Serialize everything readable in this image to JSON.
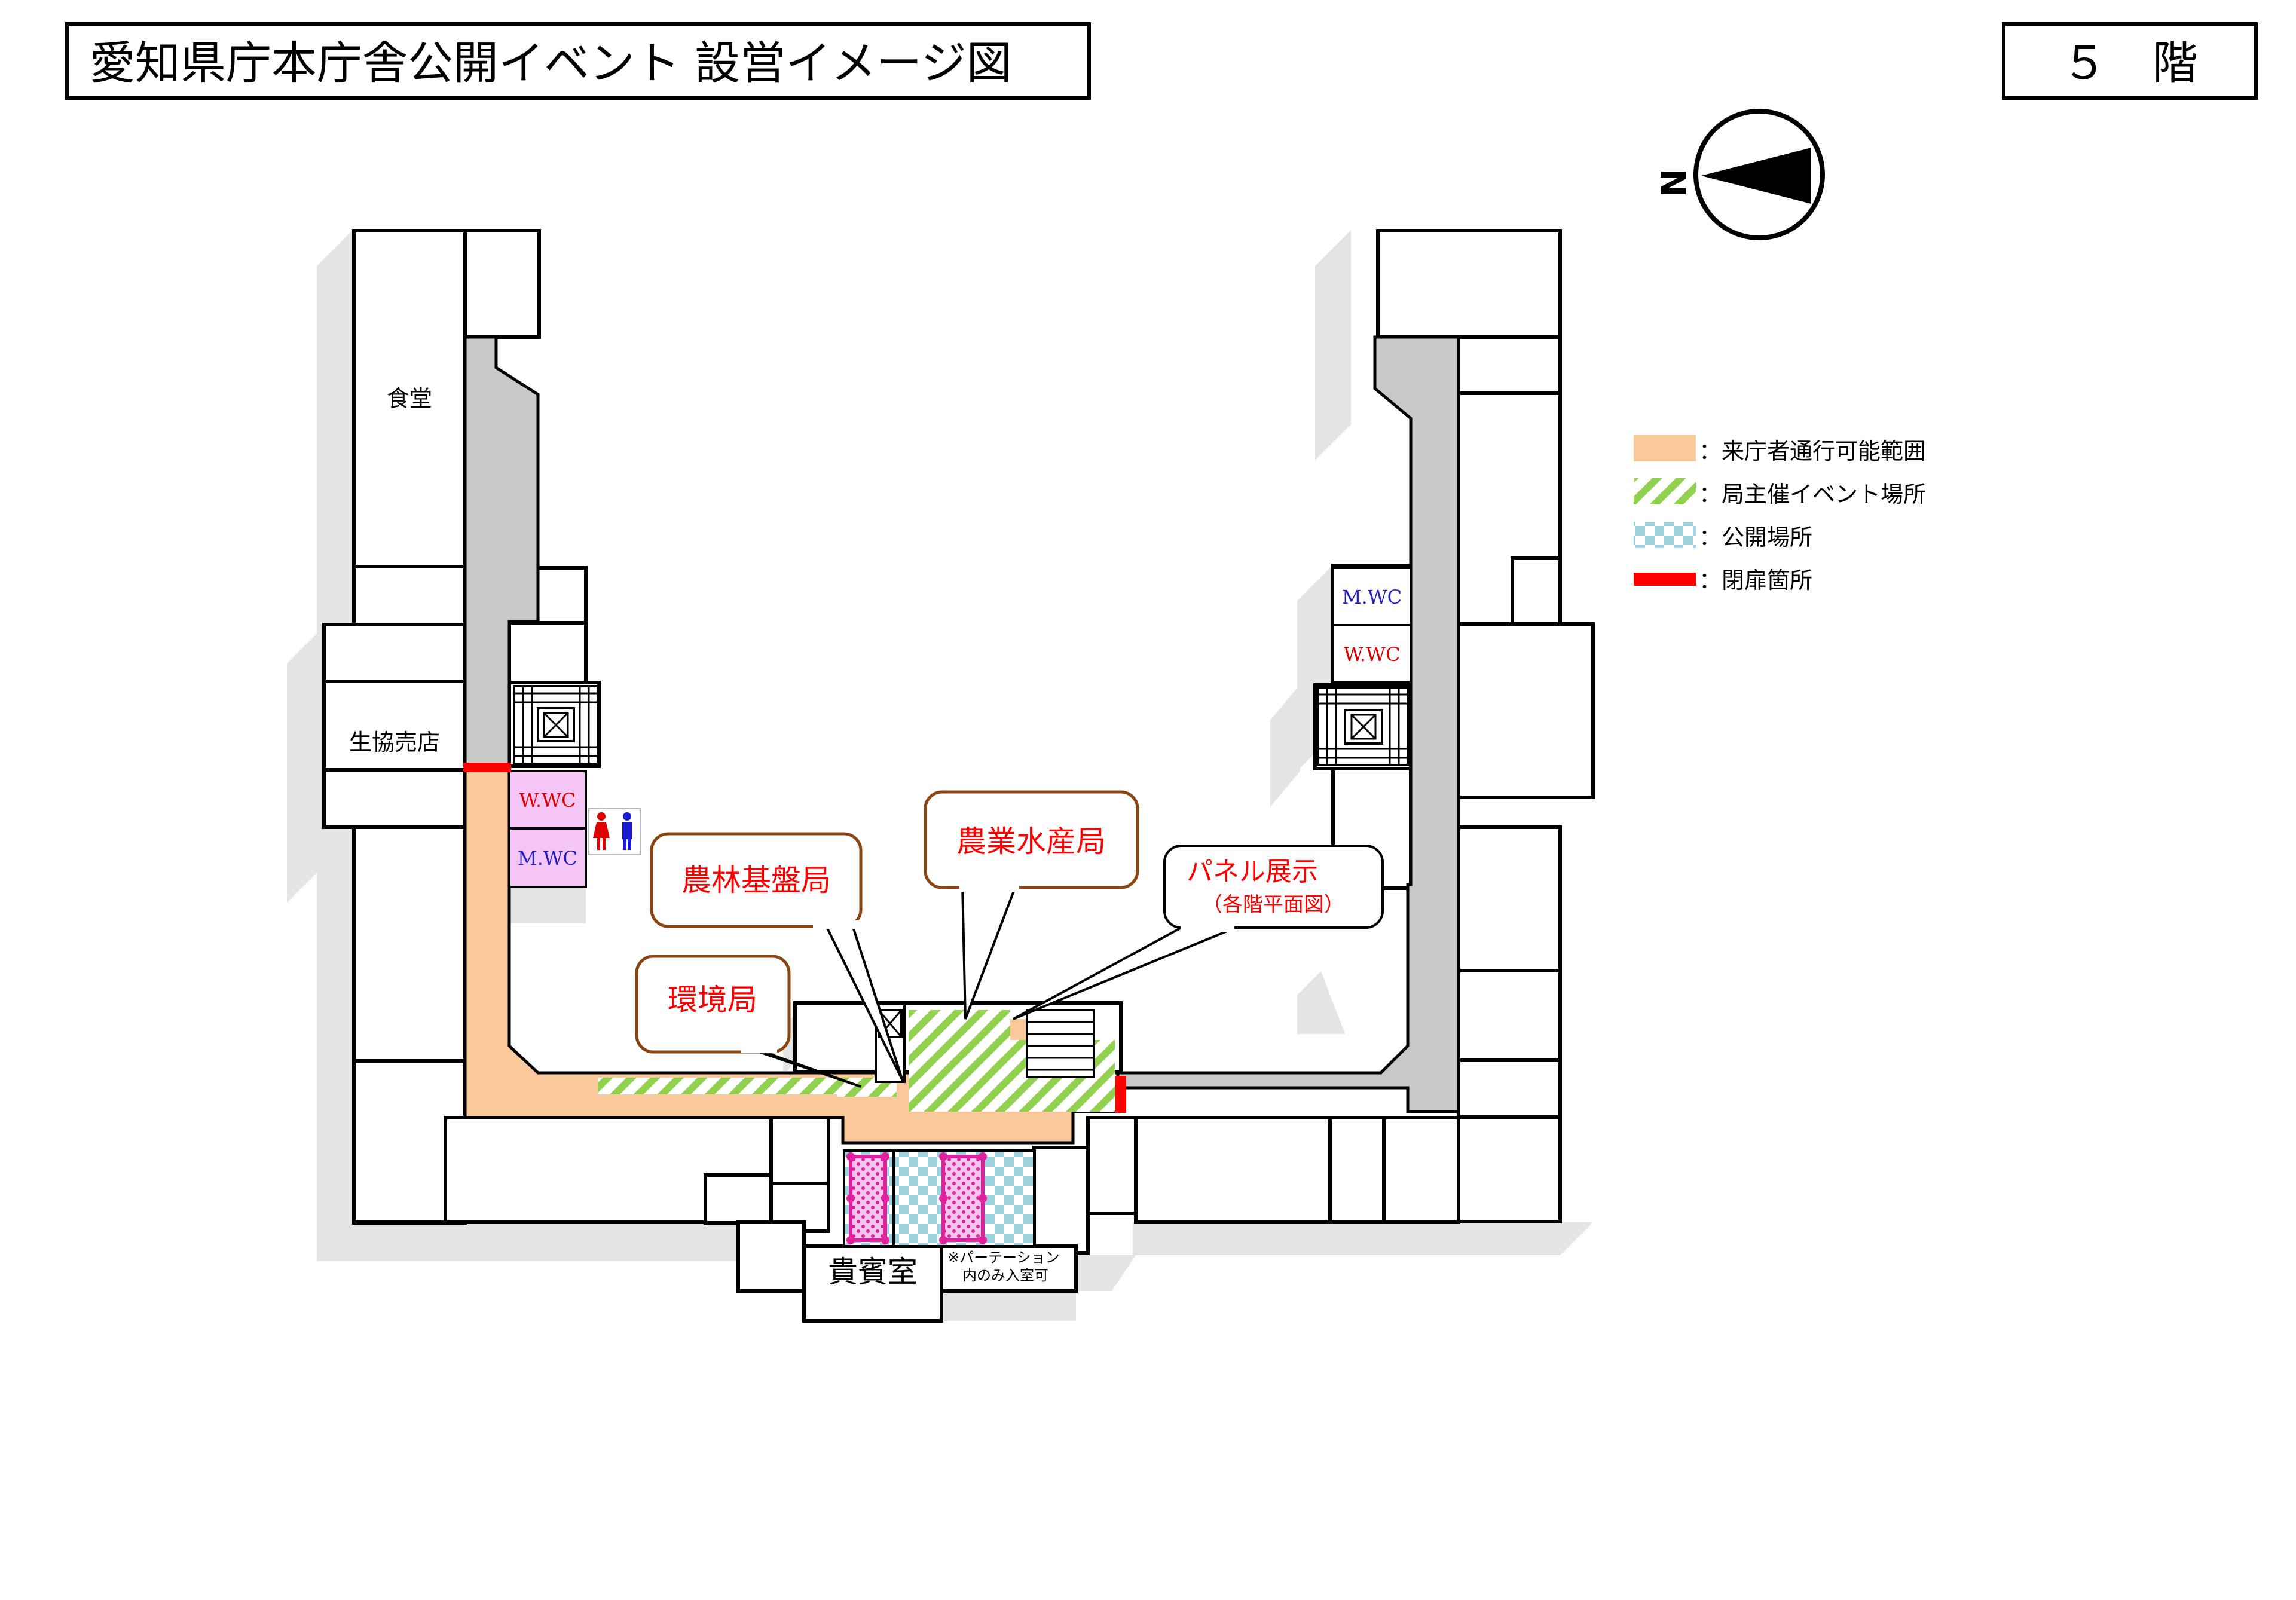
{
  "header": {
    "title": "愛知県庁本庁舎公開イベント 設営イメージ図",
    "floor": "５　階"
  },
  "compass": {
    "label": "N"
  },
  "legend": [
    {
      "label": "：来庁者通行可能範囲",
      "swatch": "visitor-area",
      "color": "#f9c89b"
    },
    {
      "label": "：局主催イベント場所",
      "swatch": "event-area",
      "color": "#92d050"
    },
    {
      "label": "：公開場所",
      "swatch": "public-area",
      "color": "#9bd3de"
    },
    {
      "label": "：閉扉箇所",
      "swatch": "closed-door",
      "color": "#ff0000"
    }
  ],
  "rooms": {
    "cafeteria": "食堂",
    "coop_store": "生協売店",
    "vip_room": "貴賓室",
    "partition_note_1": "※パーテーション",
    "partition_note_2": "内のみ入室可",
    "wc_west_1": "W.WC",
    "wc_west_2": "M.WC",
    "wc_east_1": "M.WC",
    "wc_east_2": "W.WC"
  },
  "callouts": [
    {
      "label": "農林基盤局"
    },
    {
      "label": "農業水産局"
    },
    {
      "label": "環境局"
    },
    {
      "label": "パネル展示",
      "sub": "（各階平面図）"
    }
  ],
  "colors": {
    "visitor": "#f9c89b",
    "corridor": "#c8c8c8",
    "shadow": "#e4e4e4",
    "event_green": "#92d050",
    "public_blue": "#9bd3de",
    "closed_red": "#ff0000",
    "wc_pink": "#f5c6f5",
    "callout_text": "#ff0000",
    "callout_border": "#8b4513"
  }
}
